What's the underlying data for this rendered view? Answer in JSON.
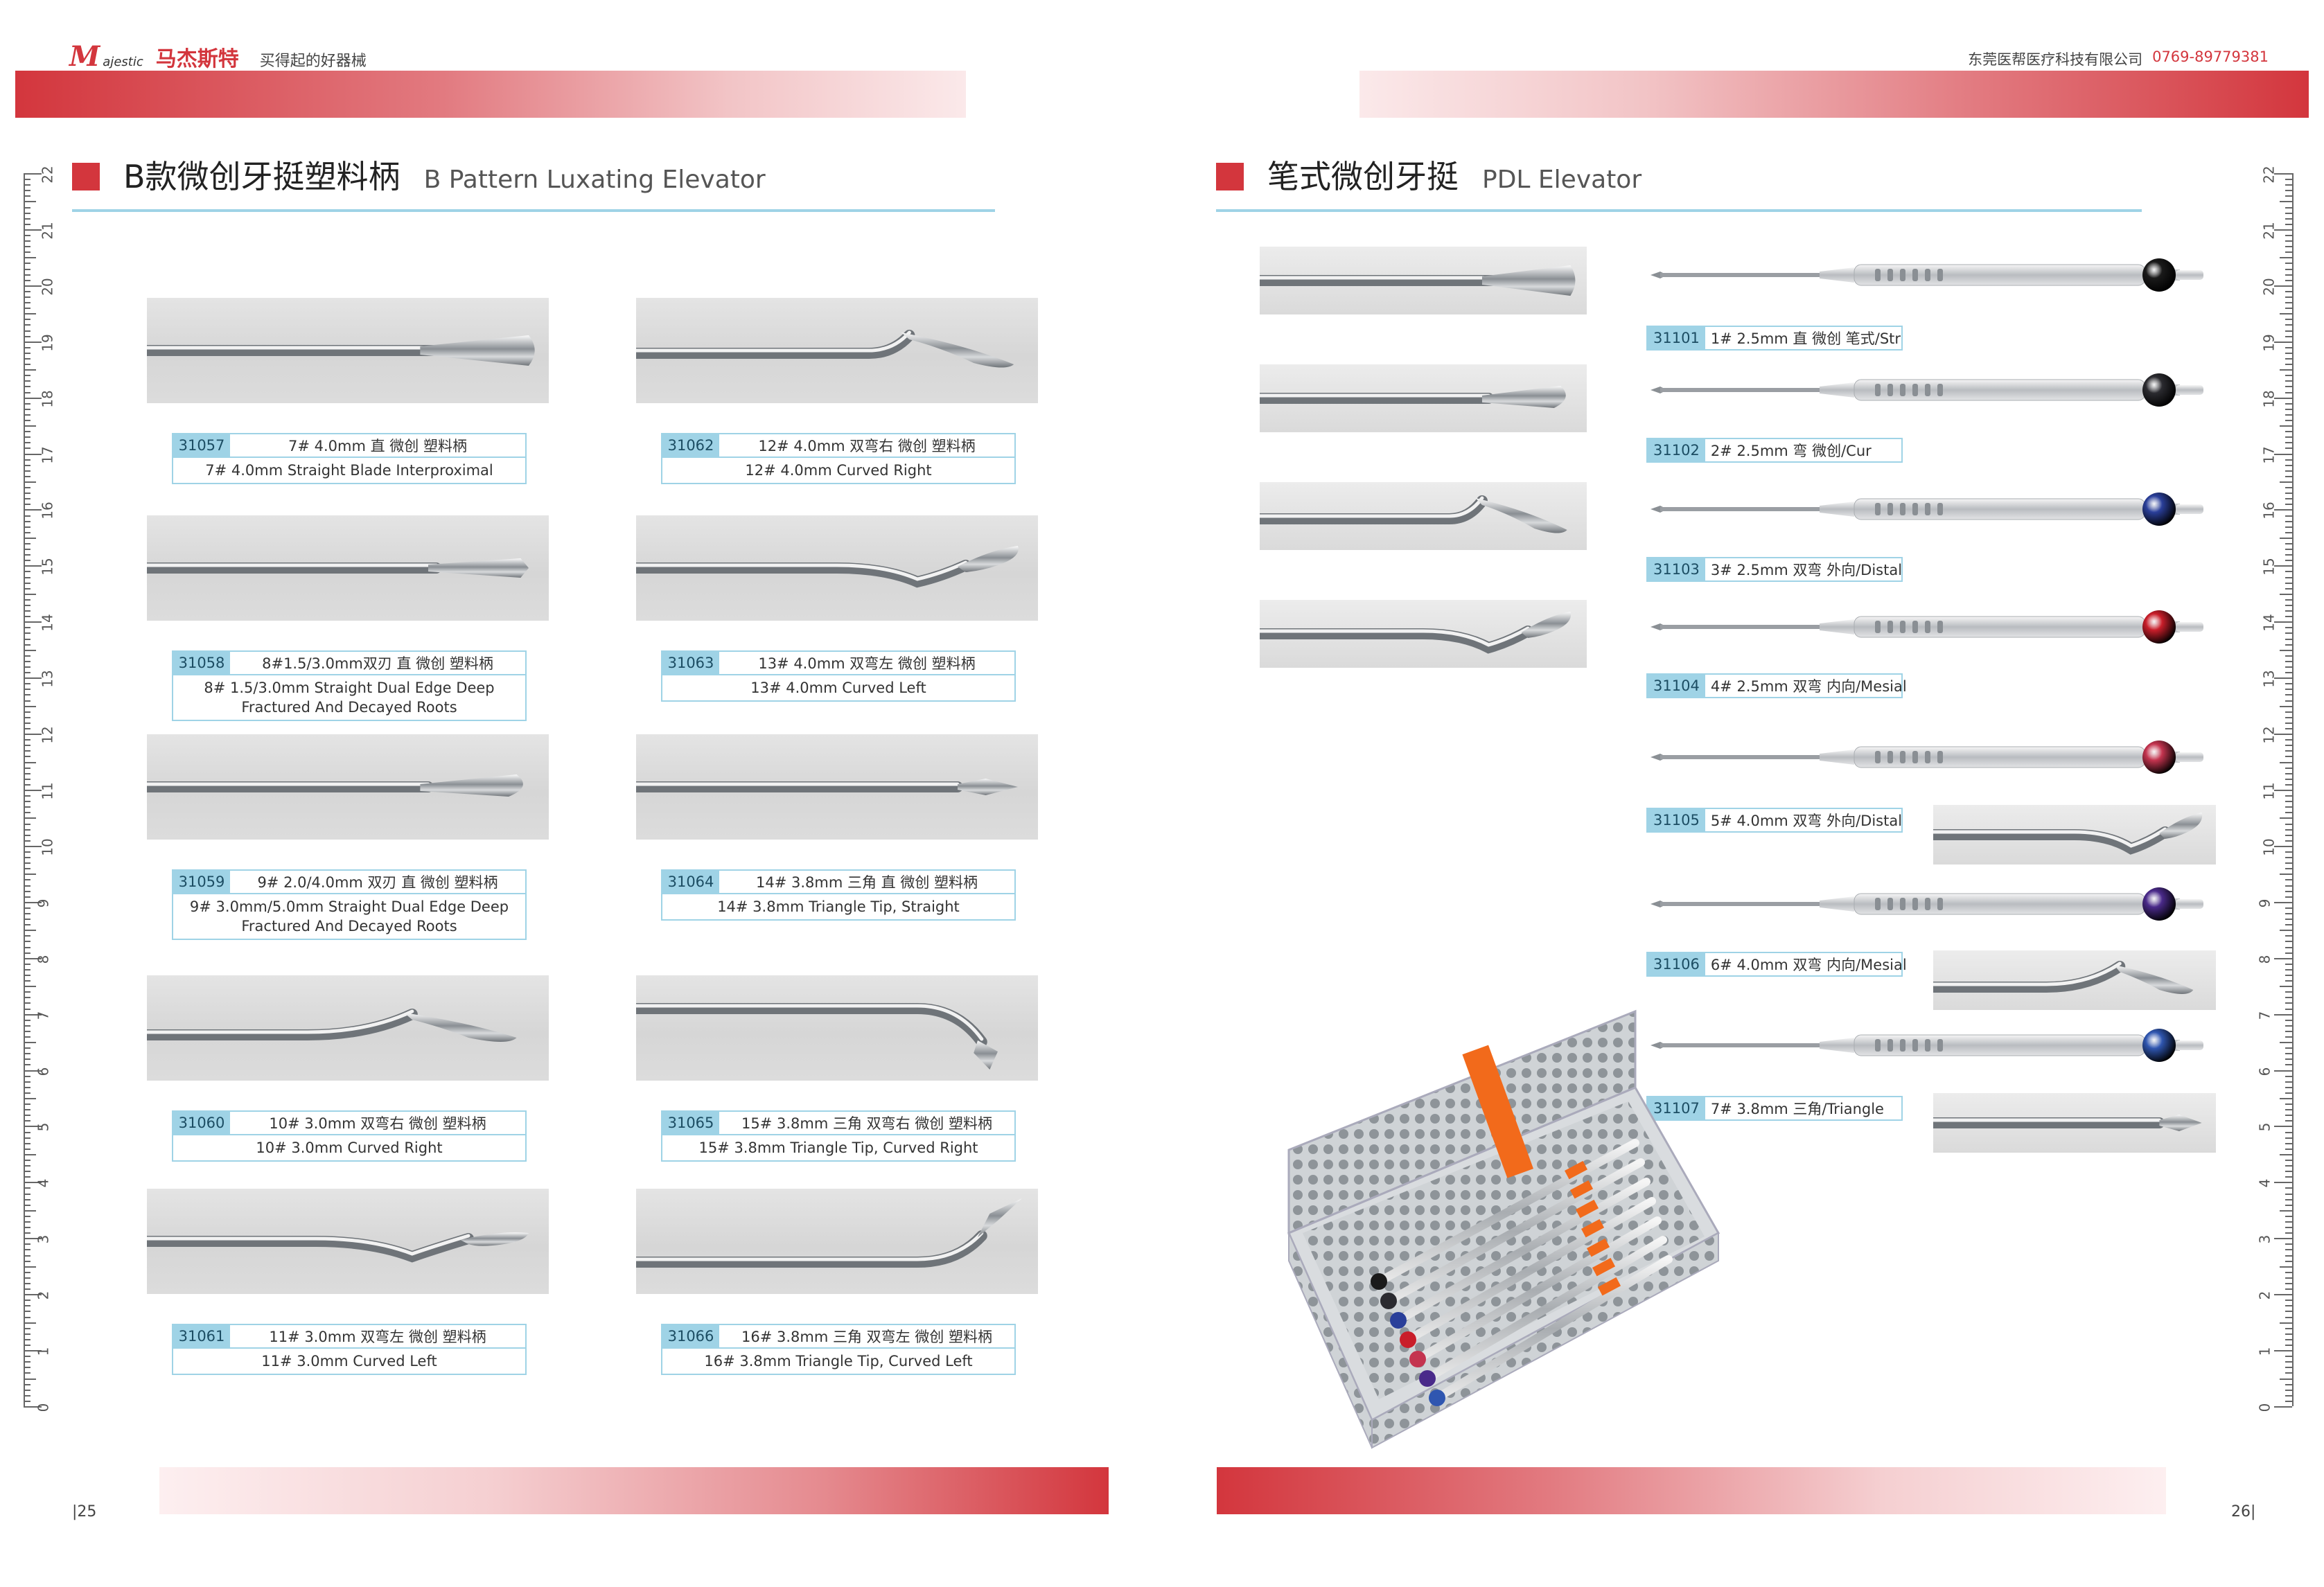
{
  "header": {
    "brand_letter": "M",
    "brand_en": "ajestic",
    "brand_cn": "马杰斯特",
    "slogan": "买得起的好器械",
    "company": "东莞医帮医疗科技有限公司",
    "phone": "0769-89779381"
  },
  "left": {
    "title_cn": "B款微创牙挺塑料柄",
    "title_en": "B Pattern Luxating Elevator",
    "page": "|25",
    "items": [
      {
        "code": "31057",
        "cn": "7# 4.0mm 直 微创 塑料柄",
        "en": "7# 4.0mm Straight Blade Interproximal"
      },
      {
        "code": "31062",
        "cn": "12# 4.0mm 双弯右 微创 塑料柄",
        "en": "12# 4.0mm Curved Right"
      },
      {
        "code": "31058",
        "cn": "8#1.5/3.0mm双刃 直 微创 塑料柄",
        "en": "8# 1.5/3.0mm Straight Dual Edge Deep Fractured And Decayed Roots"
      },
      {
        "code": "31063",
        "cn": "13# 4.0mm 双弯左 微创 塑料柄",
        "en": "13# 4.0mm Curved Left"
      },
      {
        "code": "31059",
        "cn": "9# 2.0/4.0mm 双刃 直 微创 塑料柄",
        "en": "9# 3.0mm/5.0mm Straight Dual Edge Deep Fractured And Decayed Roots"
      },
      {
        "code": "31064",
        "cn": "14# 3.8mm 三角 直 微创 塑料柄",
        "en": "14# 3.8mm Triangle Tip, Straight"
      },
      {
        "code": "31060",
        "cn": "10# 3.0mm 双弯右 微创 塑料柄",
        "en": "10# 3.0mm Curved Right"
      },
      {
        "code": "31065",
        "cn": "15# 3.8mm 三角 双弯右 微创 塑料柄",
        "en": "15# 3.8mm Triangle Tip, Curved Right"
      },
      {
        "code": "31061",
        "cn": "11# 3.0mm 双弯左 微创 塑料柄",
        "en": "11# 3.0mm Curved Left"
      },
      {
        "code": "31066",
        "cn": "16# 3.8mm 三角 双弯左 微创 塑料柄",
        "en": "16# 3.8mm Triangle Tip, Curved Left"
      }
    ]
  },
  "right": {
    "title_cn": "笔式微创牙挺",
    "title_en": "PDL Elevator",
    "page": "26|",
    "items": [
      {
        "code": "31101",
        "cn": "1# 2.5mm 直 微创 笔式/Str",
        "ball": "#1a1a1a"
      },
      {
        "code": "31102",
        "cn": "2# 2.5mm 弯 微创/Cur",
        "ball": "#2b2b30"
      },
      {
        "code": "31103",
        "cn": "3# 2.5mm 双弯 外向/Distal",
        "ball": "#2a3f9a"
      },
      {
        "code": "31104",
        "cn": "4# 2.5mm 双弯 内向/Mesial",
        "ball": "#c91e2a"
      },
      {
        "code": "31105",
        "cn": "5# 4.0mm 双弯 外向/Distal",
        "ball": "#c4344f"
      },
      {
        "code": "31106",
        "cn": "6# 4.0mm 双弯 内向/Mesial",
        "ball": "#4a2a8a"
      },
      {
        "code": "31107",
        "cn": "7# 3.8mm 三角/Triangle",
        "ball": "#2f56b0"
      }
    ]
  },
  "ruler": {
    "labels": [
      "22",
      "21",
      "20",
      "19",
      "18",
      "17",
      "16",
      "15",
      "14",
      "13",
      "12",
      "11",
      "10",
      "9",
      "8",
      "7",
      "6",
      "5",
      "4",
      "3",
      "2",
      "1",
      "0"
    ]
  },
  "colors": {
    "accent": "#d3363d",
    "label_blue": "#9fd3e6"
  }
}
